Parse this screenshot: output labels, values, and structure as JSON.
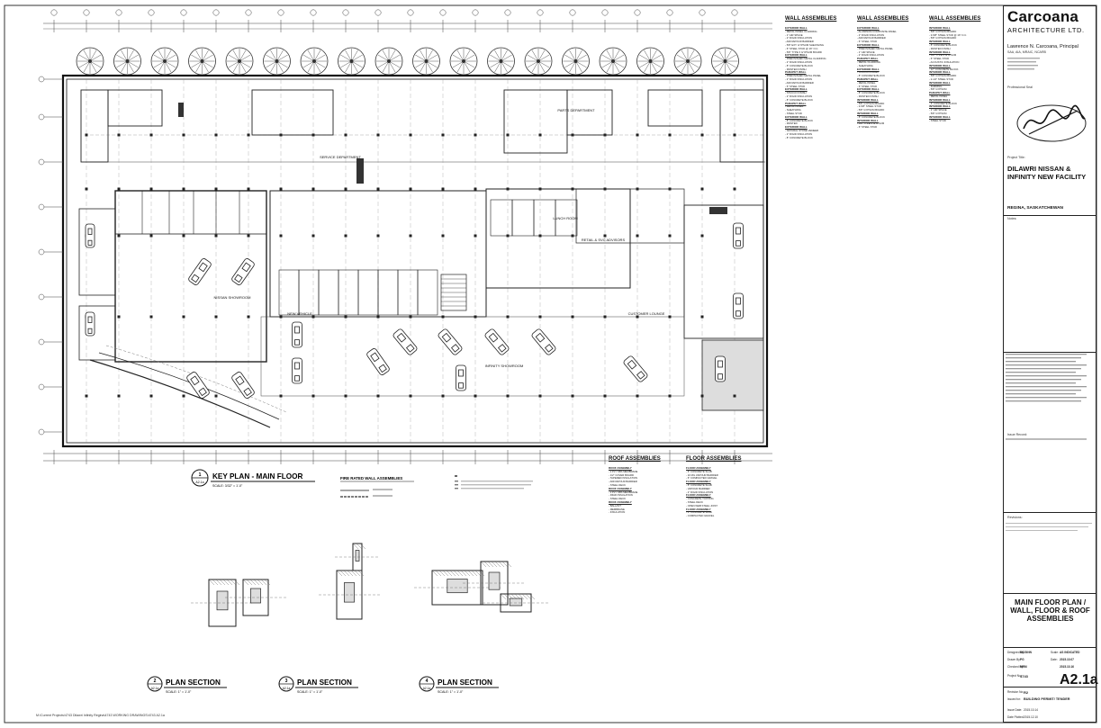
{
  "title_block": {
    "firm_name": "Carcoana",
    "firm_sub": "ARCHITECTURE LTD.",
    "principal": "Lawrence N. Carcoana, Principal",
    "principal_sub": "SAA, AIA, MRAIC, NCARB",
    "professional_seal_label": "Professional Seal",
    "project_title_label": "Project Title:",
    "project_title": "DILAWRI NISSAN & INFINITY NEW FACILITY",
    "location": "REGINA, SASKATCHEWAN",
    "notes_label": "Notes:",
    "issue_record_label": "Issue Record:",
    "revisions_label": "Revisions:",
    "drawing_title": "MAIN FLOOR PLAN / WALL, FLOOR & ROOF ASSEMBLIES",
    "designed_by_label": "Designed By:",
    "designed_by": "MCGINN",
    "drawn_by_label": "Drawn By:",
    "drawn_by": "PG",
    "checked_by_label": "Checked By:",
    "checked_by": "MRM",
    "project_no_label": "Project No:",
    "project_no": "4743",
    "scale_label": "Scale:",
    "scale": "AS INDICATED",
    "date_label": "Date:",
    "date": "2015.10.07",
    "date2": "2015.10.16",
    "sheet_no": "A2.1a",
    "revision_label": "Revision No:",
    "revision": "R2",
    "issued_for_label": "Issued for:",
    "issued_for": "BUILDING PERMIT/ TENDER",
    "issue_date_label": "Issue Date:",
    "issue_date": "2015.10.14",
    "plot_date_label": "Date Plotted:",
    "plot_date": "2015.12.10"
  },
  "wall_headings": [
    "WALL ASSEMBLIES",
    "WALL ASSEMBLIES",
    "WALL ASSEMBLIES"
  ],
  "roof_heading": "ROOF ASSEMBLIES",
  "floor_heading": "FLOOR ASSEMBLIES",
  "fire_heading": "FIRE RATED WALL ASSEMBLIES",
  "plan_rooms": [
    {
      "label": "SERVICE DEPARTMENT"
    },
    {
      "label": "PARTS DEPARTMENT"
    },
    {
      "label": "NISSAN SHOWROOM"
    },
    {
      "label": "INFINITY SHOWROOM"
    },
    {
      "label": "LUNCH ROOM"
    },
    {
      "label": "RETAIL & SVC ADVISORS"
    },
    {
      "label": "CUSTOMER LOUNGE"
    },
    {
      "label": "NEW VEHICLE"
    }
  ],
  "key_plan": {
    "num": "1",
    "ref": "A2.1a",
    "title": "KEY PLAN - MAIN FLOOR",
    "scale": "SCALE: 3/32\" = 1'-0\""
  },
  "sections": [
    {
      "num": "2",
      "ref": "A2.1a",
      "title": "PLAN SECTION",
      "scale": "SCALE: 1\" = 1'-0\""
    },
    {
      "num": "3",
      "ref": "A2.1a",
      "title": "PLAN SECTION",
      "scale": "SCALE: 1\" = 1'-0\""
    },
    {
      "num": "4",
      "ref": "A2.1a",
      "title": "PLAN SECTION",
      "scale": "SCALE: 1\" = 1'-0\""
    }
  ],
  "wall_specs": [
    [
      "EXTERIOR WALL",
      "- METAL PANEL CLADDING",
      "- 1\" AIR SPACE",
      "- 2\" RIGID INSULATION",
      "- AIR/VAPOUR BARRIER",
      "- 5/8\" EXT. GYPSUM SHEATHING",
      "- 6\" STEEL STUD @ 16\" O.C.",
      "- 5/8\" TYPE X GYPSUM BOARD",
      "EXTERIOR WALL",
      "- PREFINISHED METAL CLADDING",
      "- 2\" RIGID INSULATION",
      "- 8\" CONCRETE BLOCK",
      "- PAINTED FINISH",
      "PARAPET WALL",
      "- PREFINISHED METAL PANEL",
      "- 2\" RIGID INSULATION",
      "- AIR/VAPOUR BARRIER",
      "- 6\" STEEL STUD",
      "EXTERIOR WALL",
      "- STUCCO FINISH",
      "- 2\" RIGID INSULATION",
      "- 8\" CONCRETE BLOCK",
      "PARAPET WALL",
      "- METAL PANEL",
      "- SHEATHING",
      "- STEEL STUD",
      "EXTERIOR WALL",
      "- 8\" CONCRETE BLOCK",
      "- PAINTED",
      "EXTERIOR WALL",
      "- NATURAL STONE VENEER",
      "- 2\" RIGID INSULATION",
      "- 8\" CONCRETE BLOCK"
    ],
    [
      "EXTERIOR WALL",
      "- ALUMINUM COMPOSITE PANEL",
      "- 2\" RIGID INSULATION",
      "- AIR/VAPOUR BARRIER",
      "- 6\" STEEL STUD",
      "EXTERIOR WALL",
      "- PREFINISHED METAL PANEL",
      "- 1\" AIR SPACE",
      "- 2\" RIGID INSULATION",
      "PARAPET WALL",
      "- METAL CLADDING",
      "- SHEATHING",
      "EXTERIOR WALL",
      "- STUCCO FINISH",
      "- 8\" CONCRETE BLOCK",
      "PARAPET WALL",
      "- METAL PANEL",
      "- 6\" STEEL STUD",
      "EXTERIOR WALL",
      "- 8\" CONCRETE BLOCK",
      "- PAINTED FINISH",
      "INTERIOR WALL",
      "- 5/8\" GYPSUM BOARD",
      "- 3-5/8\" STEEL STUD",
      "- 5/8\" GYPSUM BOARD",
      "INTERIOR WALL",
      "- 8\" CONCRETE BLOCK",
      "INTERIOR WALL",
      "- 5/8\" TYPE X GYPSUM",
      "- 6\" STEEL STUD"
    ],
    [
      "INTERIOR WALL",
      "- 5/8\" GYPSUM BOARD",
      "- 3-5/8\" STEEL STUD @ 16\" O.C.",
      "- 5/8\" GYPSUM BOARD",
      "INTERIOR WALL",
      "- 8\" CONCRETE BLOCK",
      "- PAINTED FINISH",
      "INTERIOR WALL",
      "- 5/8\" TYPE X GYPSUM",
      "- 6\" STEEL STUD",
      "- ACOUSTIC INSULATION",
      "INTERIOR WALL",
      "- 12\" CONCRETE BLOCK",
      "INTERIOR WALL",
      "- 5/8\" GYPSUM BOARD",
      "- 2-1/2\" STEEL STUD",
      "INTERIOR WALL",
      "- FURRING",
      "- 5/8\" GYPSUM",
      "PARAPET WALL",
      "- METAL PANEL",
      "INTERIOR WALL",
      "- 6\" CONCRETE BLOCK",
      "INTERIOR WALL",
      "- 1\" AIR SPACE",
      "- 5/8\" GYPSUM",
      "INTERIOR WALL",
      "- STEEL STUD"
    ]
  ],
  "roof_specs": [
    "ROOF ASSEMBLY",
    "- 2 PLY SBS MEMBRANE",
    "- 1/2\" COVER BOARD",
    "- TAPERED INSULATION",
    "- AIR/VAPOUR BARRIER",
    "- STEEL DECK",
    "ROOF ASSEMBLY",
    "- 2 PLY SBS MEMBRANE",
    "- RIGID INSULATION",
    "- STEEL DECK",
    "ROOF ASSEMBLY",
    "- BALLAST",
    "- MEMBRANE",
    "- INSULATION"
  ],
  "floor_specs": [
    "FLOOR ASSEMBLY",
    "- 6\" CONCRETE SLAB",
    "- 10 MIL VAPOUR BARRIER",
    "- 6\" COMPACTED GRAVEL",
    "FLOOR ASSEMBLY",
    "- 8\" CONCRETE SLAB",
    "- VAPOUR BARRIER",
    "- 2\" RIGID INSULATION",
    "FLOOR ASSEMBLY",
    "- CONCRETE TOPPING",
    "- STEEL DECK",
    "- OPEN WEB STEEL JOIST",
    "FLOOR ASSEMBLY",
    "- 6\" CONCRETE SLAB",
    "- COMPACTED GRAVEL"
  ],
  "footer_path": "M:\\Current Projects\\4743 Dilawri Infinity Regina\\4743 WORKING DRAWINGS\\4743 A2.1a"
}
